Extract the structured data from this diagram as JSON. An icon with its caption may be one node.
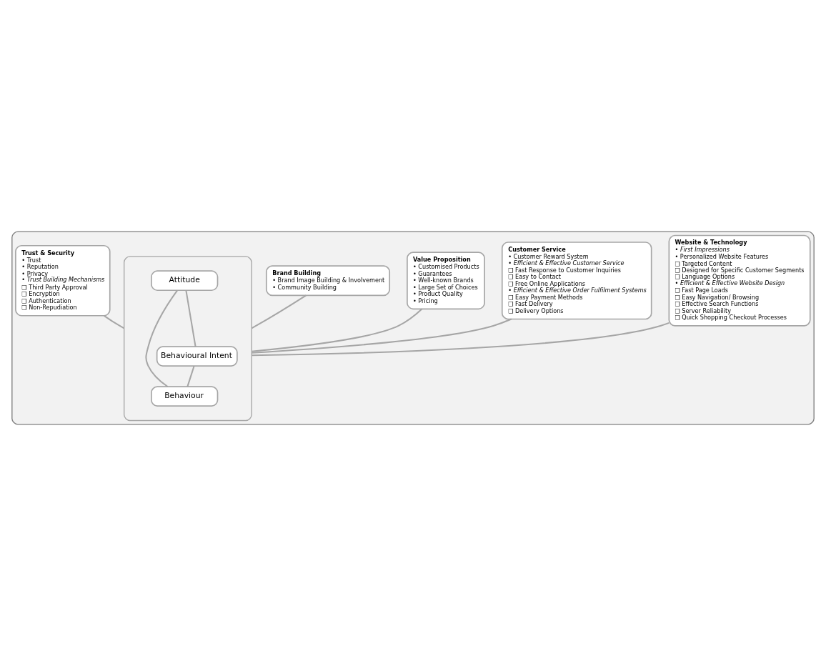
{
  "diagram": {
    "nodes": [
      {
        "text": [],
        "shape": "box"
      },
      {
        "text": [
          "Website & Technology",
          "• *First Impressions*",
          "• Personalized Website Features",
          "❑ Targeted Content",
          "❑ Designed for Specific Customer Segments",
          "❑ Language Options",
          "• *Efficient & Effective Website Design*",
          "❑ Fast Page Loads",
          "❑ Easy Navigation/ Browsing",
          "❑ Effective Search Functions",
          "❑ Server Reliability",
          "❑ Quick Shopping Checkout Processes"
        ],
        "in": 0
      },
      {
        "text": [
          "Customer Service",
          "• Customer Reward System",
          "• *Efficient & Effective Customer Service*",
          "❑ Fast Response to Customer Inquiries",
          "❑ Easy to Contact",
          "❑ Free Online Applications",
          "• *Efficient & Effective Order Fulfilment Systems*",
          "❑ Easy Payment Methods",
          "❑ Fast Delivery",
          "❑ Delivery Options"
        ],
        "in": 0
      },
      {
        "text": [],
        "shape": "ellipse",
        "in": 0
      },
      {
        "text": [
          "Attitude"
        ],
        "in": 3
      },
      {
        "text": [
          "Behavioural Intent"
        ],
        "in": 3
      },
      {
        "text": [
          "Behaviour"
        ],
        "in": 3
      },
      {
        "text": [
          "Value Proposition",
          "• Customised Products",
          "• Guarantees",
          "• Well-known Brands",
          "• Large Set of Choices",
          "• Product Quality",
          "• Pricing"
        ],
        "in": 0
      },
      {
        "text": [
          "Brand Building",
          "• Brand Image Building & Involvement",
          "• Community Building"
        ],
        "in": 0
      },
      {
        "text": [
          "Trust & Security",
          "• Trust",
          "• Reputation",
          "• Privacy",
          "• *Trust Building Mechanisms*",
          "❑ Third Party Approval",
          "❑ Encryption",
          "❑ Authentication",
          "❑ Non-Repudiation"
        ],
        "in": 0
      }
    ],
    "edges": [
      {
        "from": 1,
        "to": 3,
        "arrow": "none"
      },
      {
        "from": 2,
        "to": 3,
        "arrow": "none"
      },
      {
        "from": 7,
        "to": 3,
        "arrow": "none"
      },
      {
        "from": 8,
        "to": 3,
        "arrow": "none"
      },
      {
        "from": 9,
        "to": 3,
        "arrow": "none"
      },
      {
        "from": 4,
        "to": 5,
        "arrow": "none"
      },
      {
        "from": 5,
        "to": 6,
        "arrow": "none"
      },
      {
        "from": 4,
        "to": 6,
        "arrow": "none"
      }
    ]
  }
}
